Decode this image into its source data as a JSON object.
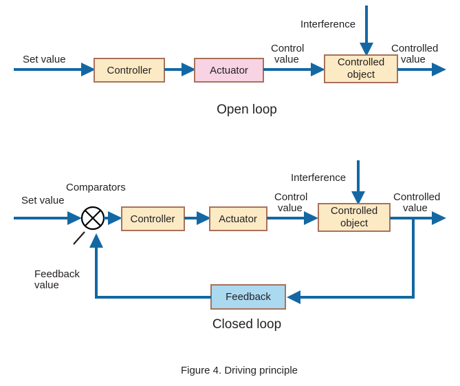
{
  "figure": {
    "caption": "Figure 4. Driving principle",
    "colors": {
      "wire": "#1368a3",
      "box_border": "#a9705a",
      "cream_fill": "#fbeac4",
      "pink_fill": "#f7d3e3",
      "blue_fill": "#abd9f0",
      "text": "#231f20",
      "background": "#ffffff"
    }
  },
  "open_loop": {
    "title": "Open loop",
    "blocks": [
      {
        "id": "controller",
        "label": "Controller",
        "fill": "#fbeac4"
      },
      {
        "id": "actuator",
        "label": "Actuator",
        "fill": "#f7d3e3"
      },
      {
        "id": "controlled-object",
        "label_line1": "Controlled",
        "label_line2": "object",
        "fill": "#fbeac4"
      }
    ],
    "labels": {
      "set_value": "Set value",
      "control_value_line1": "Control",
      "control_value_line2": "value",
      "interference": "Interference",
      "controlled_value_line1": "Controlled",
      "controlled_value_line2": "value"
    }
  },
  "closed_loop": {
    "title": "Closed loop",
    "blocks": [
      {
        "id": "controller",
        "label": "Controller",
        "fill": "#fbeac4"
      },
      {
        "id": "actuator",
        "label": "Actuator",
        "fill": "#fbeac4"
      },
      {
        "id": "controlled-object",
        "label_line1": "Controlled",
        "label_line2": "object",
        "fill": "#fbeac4"
      },
      {
        "id": "feedback",
        "label": "Feedback",
        "fill": "#abd9f0"
      }
    ],
    "labels": {
      "set_value": "Set value",
      "comparators": "Comparators",
      "control_value_line1": "Control",
      "control_value_line2": "value",
      "interference": "Interference",
      "controlled_value_line1": "Controlled",
      "controlled_value_line2": "value",
      "feedback_value_line1": "Feedback",
      "feedback_value_line2": "value"
    }
  }
}
